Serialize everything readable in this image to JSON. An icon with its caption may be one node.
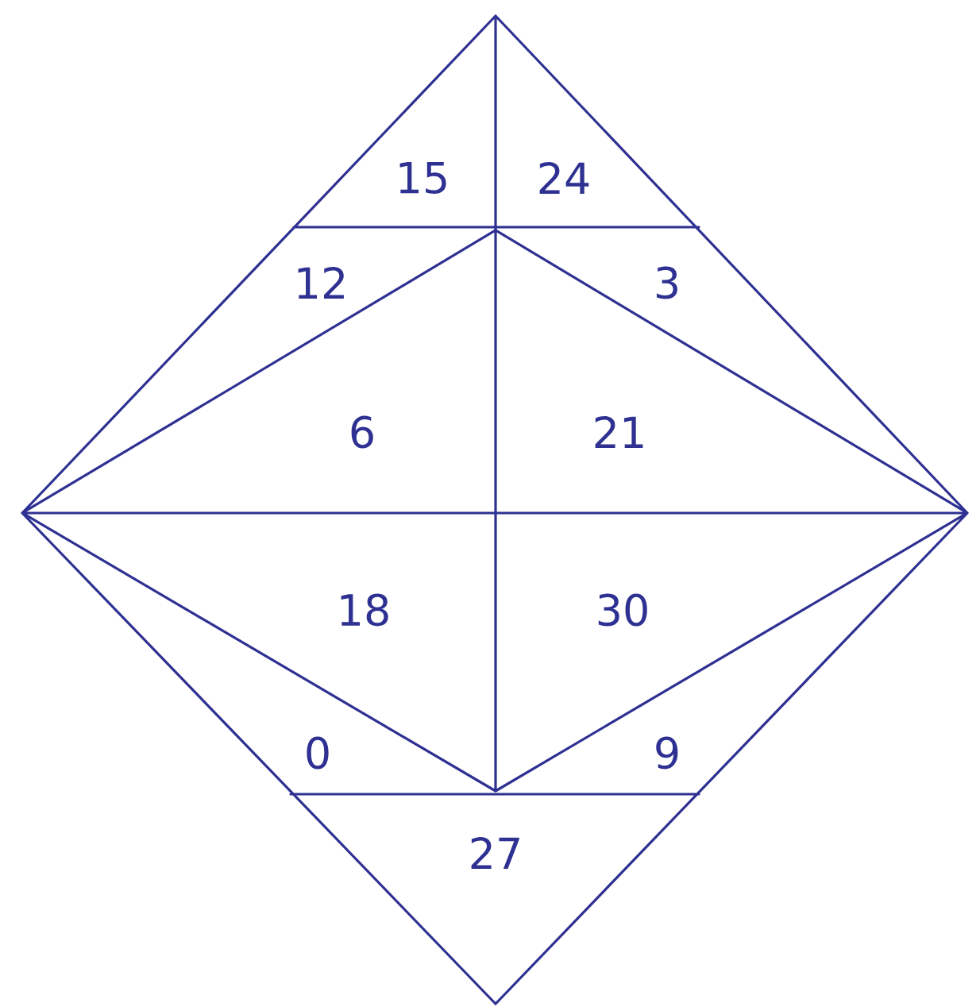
{
  "diagram": {
    "labels": [
      "15",
      "24",
      "12",
      "3",
      "6",
      "21",
      "18",
      "30",
      "0",
      "9",
      "27"
    ]
  }
}
